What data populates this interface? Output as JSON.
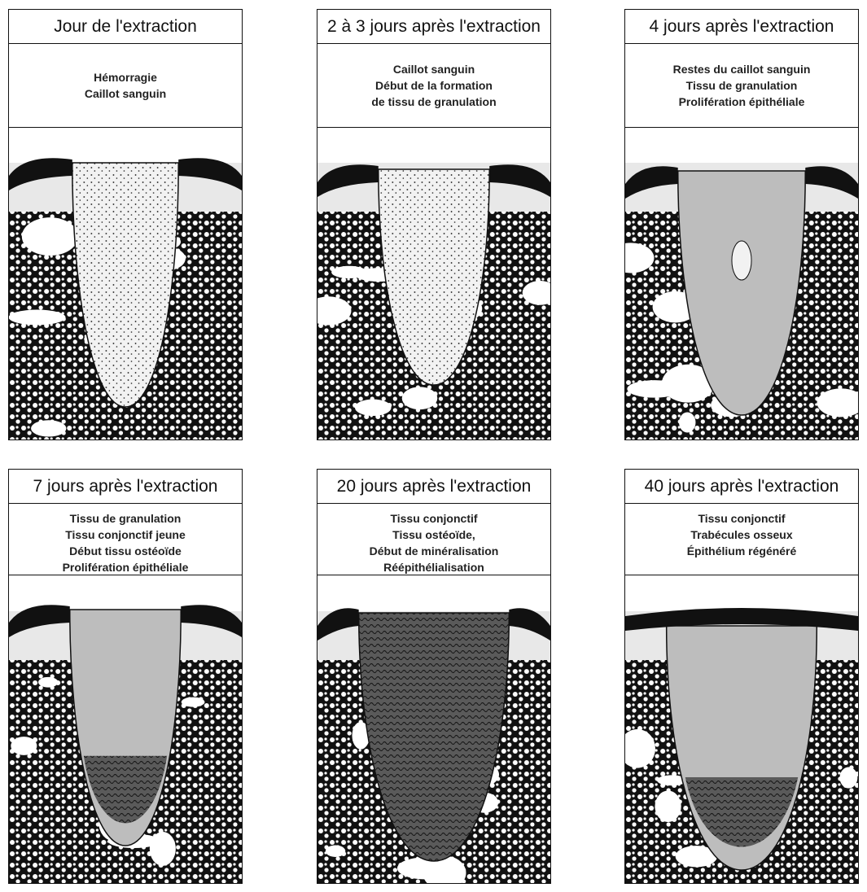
{
  "panels": [
    {
      "title": "Jour de l'extraction",
      "lines": [
        "Hémorragie",
        "Caillot sanguin"
      ]
    },
    {
      "title": "2 à 3 jours après l'extraction",
      "lines": [
        "Caillot sanguin",
        "Début de la formation",
        "de tissu de granulation"
      ]
    },
    {
      "title": "4 jours après l'extraction",
      "lines": [
        "Restes du caillot sanguin",
        "Tissu de granulation",
        "Prolifération épithéliale"
      ]
    },
    {
      "title": "7 jours après l'extraction",
      "lines": [
        "Tissu de granulation",
        "Tissu conjonctif jeune",
        "Début tissu ostéoïde",
        "Prolifération épithéliale"
      ]
    },
    {
      "title": "20 jours après l'extraction",
      "lines": [
        "Tissu conjonctif",
        "Tissu ostéoïde,",
        "Début de minéralisation",
        "Réépithélialisation"
      ]
    },
    {
      "title": "40 jours après l'extraction",
      "lines": [
        "Tissu conjonctif",
        "Trabécules osseux",
        "Épithélium régénéré"
      ]
    }
  ],
  "colors": {
    "ink": "#111111",
    "paper": "#ffffff",
    "clot": "#f2f2f2",
    "granulation": "#bdbdbd",
    "connective": "#5a5a5a"
  }
}
